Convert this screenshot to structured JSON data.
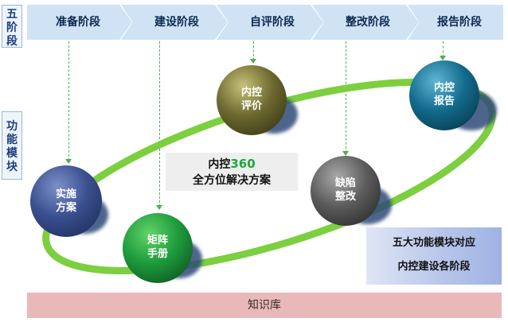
{
  "side_labels": {
    "stages": "五阶段",
    "modules": "功能模块"
  },
  "stages": [
    "准备阶段",
    "建设阶段",
    "自评阶段",
    "整改阶段",
    "报告阶段"
  ],
  "modules": {
    "implementation": {
      "line1": "实施",
      "line2": "方案"
    },
    "matrix": {
      "line1": "矩阵",
      "line2": "手册"
    },
    "evaluation": {
      "line1": "内控",
      "line2": "评价"
    },
    "defect": {
      "line1": "缺陷",
      "line2": "整改"
    },
    "report": {
      "line1": "内控",
      "line2": "报告"
    }
  },
  "center": {
    "prefix": "内控",
    "accent": "360",
    "line2": "全方位解决方案"
  },
  "note": {
    "line1": "五大功能模块对应",
    "line2": "内控建设各阶段"
  },
  "knowledge_base": "知识库",
  "colors": {
    "stage_fill": "#cfe3f4",
    "ring": "#7ccf3f",
    "accent_text": "#1aa83b",
    "kb_bar": "#e9b9b9"
  }
}
